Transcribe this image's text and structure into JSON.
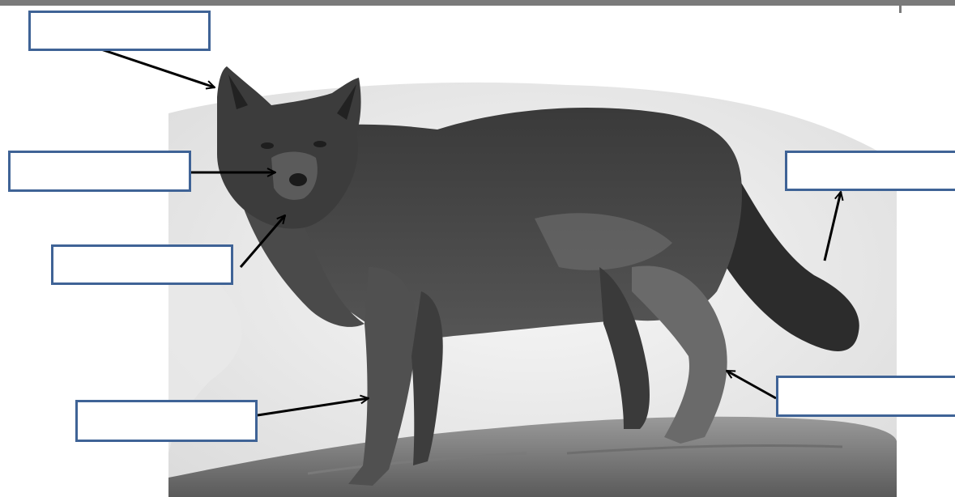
{
  "figure": {
    "subject_icon": "wolf-icon",
    "colors": {
      "box_border": "#3f6396",
      "arrow": "#000000",
      "frame": "#808080",
      "background": "#ffffff"
    }
  },
  "labels": [
    {
      "id": "ear",
      "text": ""
    },
    {
      "id": "nose",
      "text": ""
    },
    {
      "id": "throat",
      "text": ""
    },
    {
      "id": "tail",
      "text": ""
    },
    {
      "id": "foreleg",
      "text": ""
    },
    {
      "id": "hind-leg",
      "text": ""
    }
  ]
}
